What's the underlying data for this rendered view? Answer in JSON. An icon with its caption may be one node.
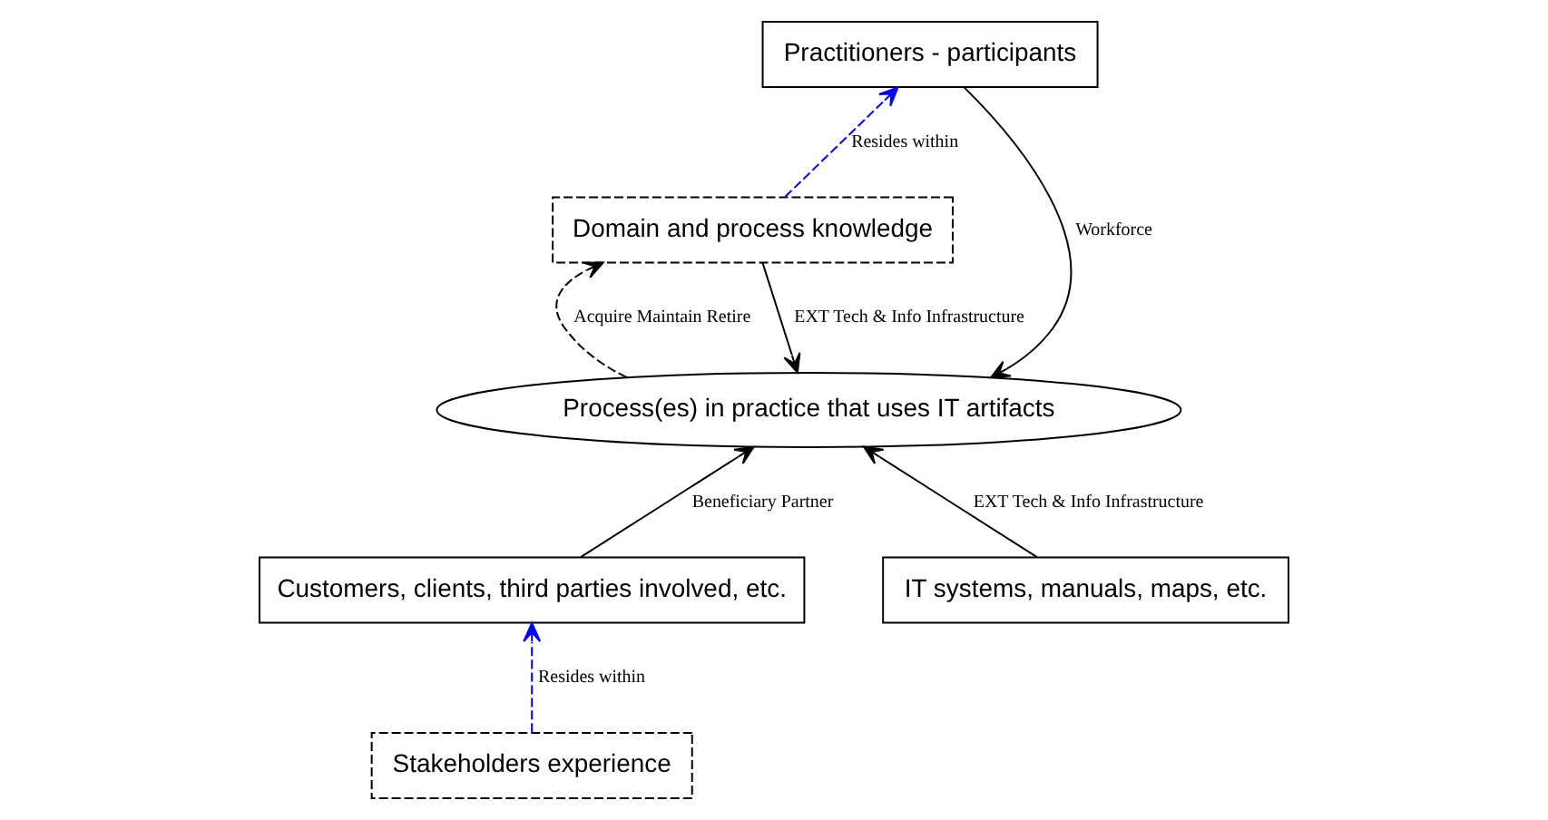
{
  "diagram": {
    "nodes": [
      {
        "text": [
          "Process(es) in practice that uses IT artifacts"
        ]
      },
      {
        "text": [
          "Customers, clients, third parties involved, etc."
        ]
      },
      {
        "text": [
          "IT systems, manuals, maps, etc."
        ]
      },
      {
        "text": [
          "Practitioners - participants"
        ]
      },
      {
        "text": [
          "Domain and process knowledge"
        ]
      },
      {
        "text": [
          "Stakeholders experience"
        ]
      }
    ],
    "edges": [
      {
        "from": 1,
        "to": 0,
        "arrow": "to",
        "label": "Beneficiary Partner"
      },
      {
        "from": 3,
        "to": 0,
        "arrow": "to",
        "label": "Workforce"
      },
      {
        "from": 4,
        "to": 0,
        "arrow": "to",
        "label": "EXT Tech & Info Infrastructure"
      },
      {
        "from": 0,
        "to": 4,
        "arrow": "to",
        "label": "Acquire Maintain Retire",
        "style": "dashed"
      },
      {
        "from": 2,
        "to": 0,
        "arrow": "to",
        "label": "EXT Tech & Info Infrastructure"
      },
      {
        "from": 5,
        "to": 1,
        "arrow": "to",
        "label": "Resides within",
        "style": "dashed",
        "color": "#0000ff"
      },
      {
        "from": 4,
        "to": 3,
        "arrow": "to",
        "label": "Resides within",
        "style": "dashed",
        "color": "#0000ff"
      }
    ]
  }
}
